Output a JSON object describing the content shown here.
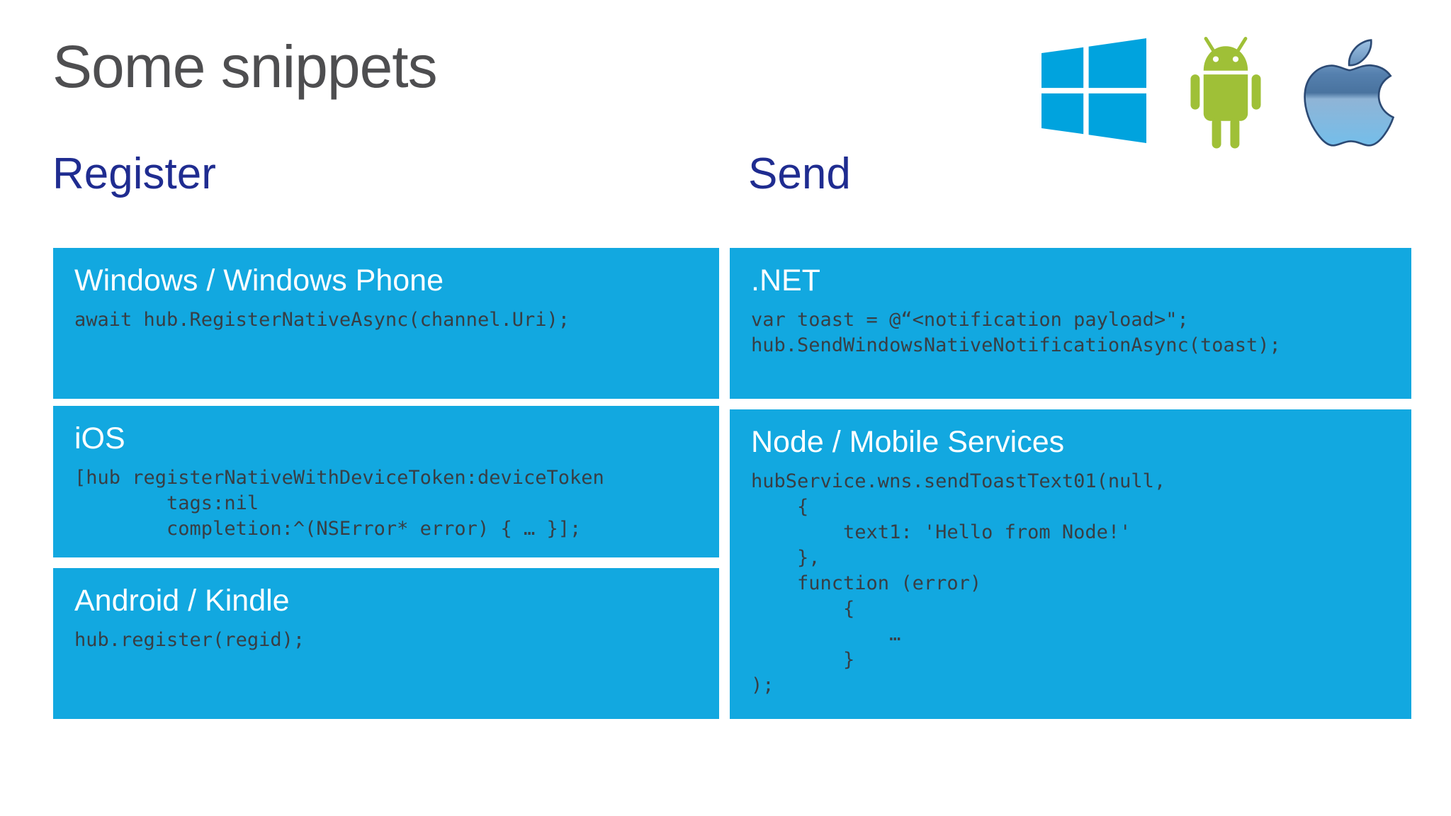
{
  "slide": {
    "title": "Some snippets"
  },
  "logos": [
    {
      "name": "windows-logo"
    },
    {
      "name": "android-logo"
    },
    {
      "name": "apple-logo"
    }
  ],
  "columns": [
    {
      "heading": "Register",
      "boxes": [
        {
          "title": "Windows / Windows Phone",
          "code": "await hub.RegisterNativeAsync(channel.Uri);"
        },
        {
          "title": "iOS",
          "code": "[hub registerNativeWithDeviceToken:deviceToken\n        tags:nil\n        completion:^(NSError* error) { … }];"
        },
        {
          "title": "Android / Kindle",
          "code": "hub.register(regid);"
        }
      ]
    },
    {
      "heading": "Send",
      "boxes": [
        {
          "title": ".NET",
          "code": "var toast = @“<notification payload>\";\nhub.SendWindowsNativeNotificationAsync(toast);"
        },
        {
          "title": "Node / Mobile Services",
          "code": "hubService.wns.sendToastText01(null,\n    {\n        text1: 'Hello from Node!'\n    },\n    function (error)\n        {\n            …\n        }\n);"
        }
      ]
    }
  ],
  "colors": {
    "box-cyan": "#12A8E0",
    "code-dark": "#383E44",
    "heading-navy": "#1F2C90",
    "title-gray": "#4E4E50",
    "windows-blue": "#00A3DE",
    "android-green": "#9FC037",
    "apple-stroke": "#2C4A74",
    "apple-top": "#9DC2E4",
    "apple-upper": "#5580AE",
    "apple-mid": "#49739F",
    "apple-gloss": "#8FB4D6",
    "apple-bottom": "#74BEEA"
  }
}
